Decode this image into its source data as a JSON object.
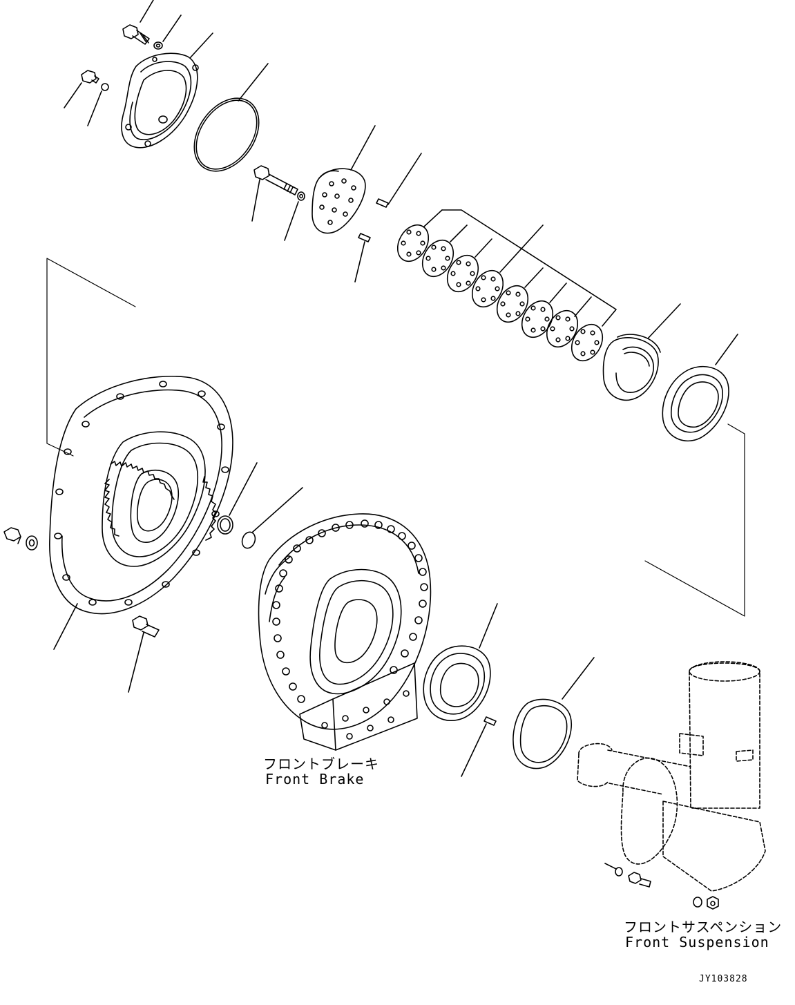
{
  "labels": {
    "front_brake_jp": "フロントブレーキ",
    "front_brake_en": "Front Brake",
    "front_suspension_jp": "フロントサスペンション",
    "front_suspension_en": "Front Suspension",
    "drawing_code": "JY103828"
  },
  "colors": {
    "line": "#000000",
    "background": "#ffffff"
  }
}
